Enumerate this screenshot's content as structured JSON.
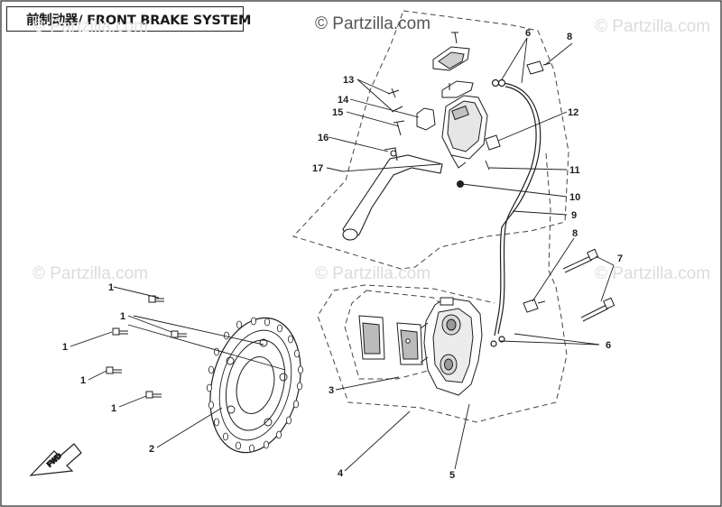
{
  "title": "前制动器/ FRONT BRAKE SYSTEM",
  "watermark": "© Partzilla.com",
  "fwd_label": "FWD",
  "parts": {
    "p1a": "1",
    "p1b": "1",
    "p1c": "1",
    "p1d": "1",
    "p1e": "1",
    "p2": "2",
    "p3": "3",
    "p4": "4",
    "p5": "5",
    "p6a": "6",
    "p6b": "6",
    "p7": "7",
    "p8a": "8",
    "p8b": "8",
    "p9": "9",
    "p10": "10",
    "p11": "11",
    "p12": "12",
    "p13": "13",
    "p14": "14",
    "p15": "15",
    "p16": "16",
    "p17": "17"
  },
  "colors": {
    "line": "#1e1e1e",
    "part_fill": "#ffffff",
    "part_shade": "#9a9a9a",
    "watermark_faint": "#dcdcdc"
  }
}
